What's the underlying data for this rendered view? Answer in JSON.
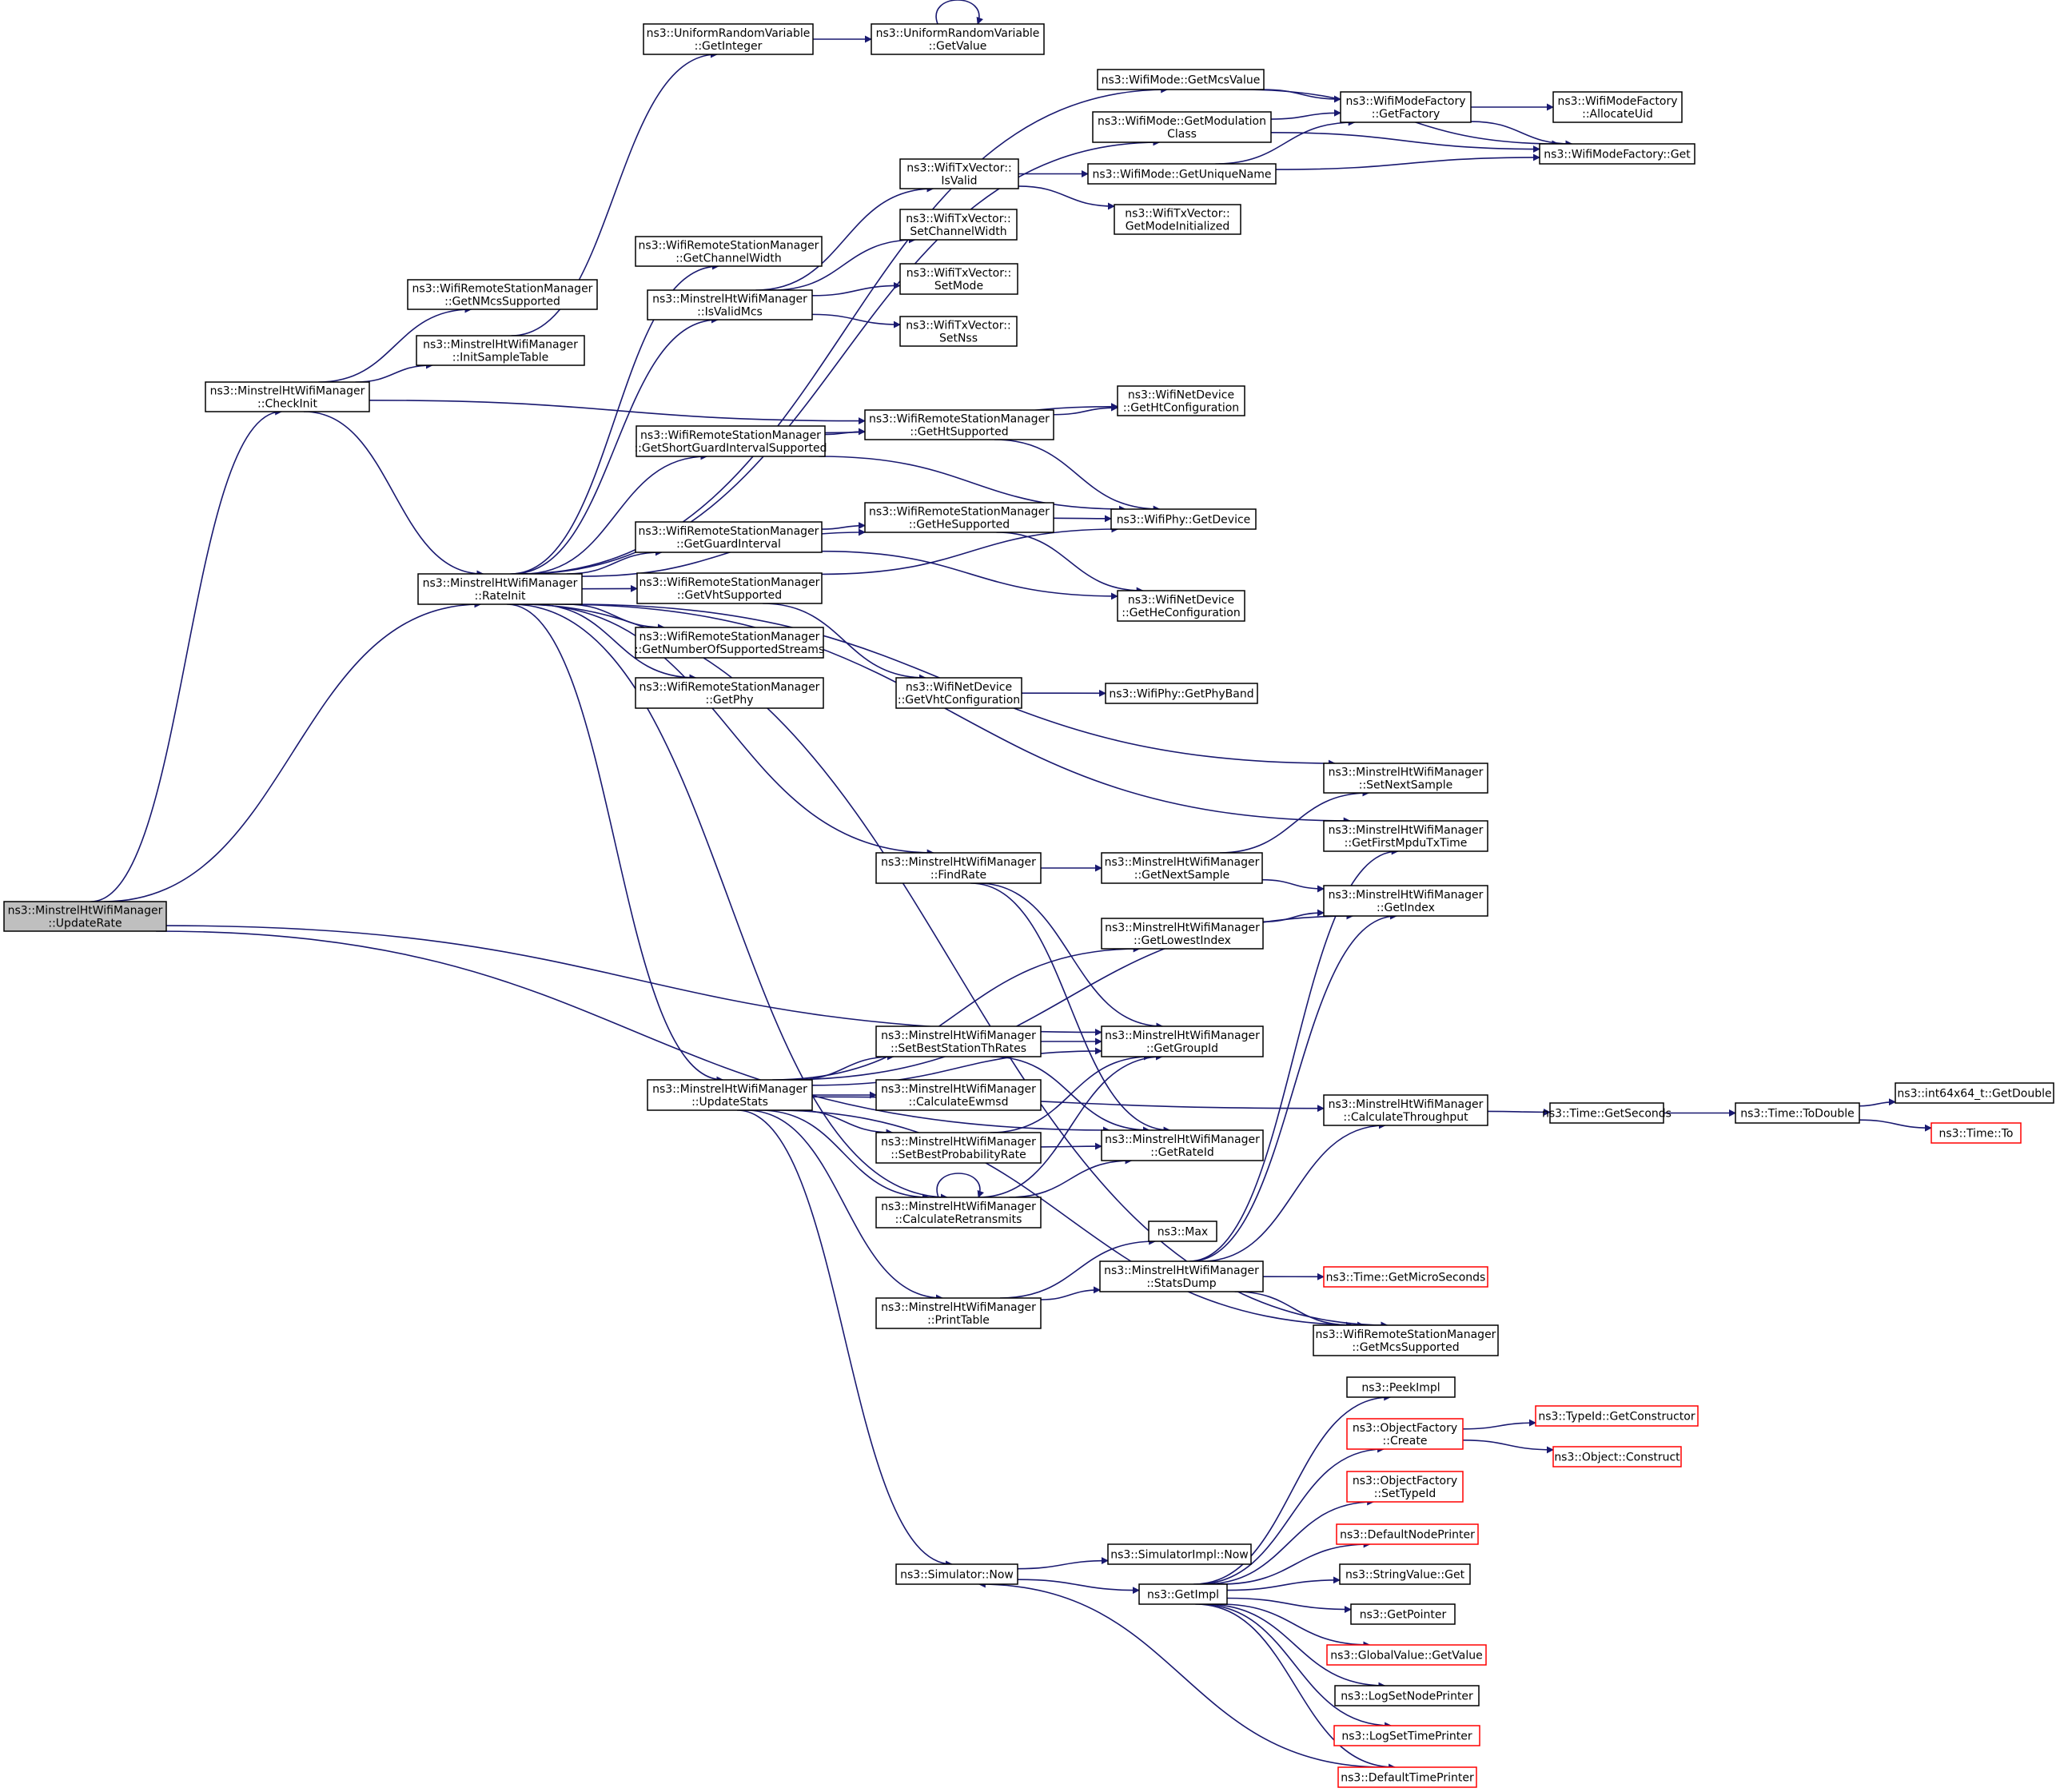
{
  "colors": {
    "edge": "#191970",
    "root_fill": "#bfbfbf",
    "external_border": "#ff0000",
    "node_border": "#000000"
  },
  "nodes": [
    {
      "id": "n1",
      "lines": [
        "ns3::MinstrelHtWifiManager",
        "::UpdateRate"
      ],
      "style": "root"
    },
    {
      "id": "n2",
      "lines": [
        "ns3::MinstrelHtWifiManager",
        "::CheckInit"
      ]
    },
    {
      "id": "n3",
      "lines": [
        "ns3::WifiRemoteStationManager",
        "::GetNMcsSupported"
      ]
    },
    {
      "id": "n4",
      "lines": [
        "ns3::MinstrelHtWifiManager",
        "::InitSampleTable"
      ]
    },
    {
      "id": "n5",
      "lines": [
        "ns3::UniformRandomVariable",
        "::GetInteger"
      ]
    },
    {
      "id": "n6",
      "lines": [
        "ns3::UniformRandomVariable",
        "::GetValue"
      ]
    },
    {
      "id": "n7",
      "lines": [
        "ns3::WifiRemoteStationManager",
        "::GetHtSupported"
      ]
    },
    {
      "id": "n8",
      "lines": [
        "ns3::WifiNetDevice",
        "::GetHtConfiguration"
      ]
    },
    {
      "id": "n9",
      "lines": [
        "ns3::WifiPhy::GetDevice"
      ]
    },
    {
      "id": "n10",
      "lines": [
        "ns3::MinstrelHtWifiManager",
        "::RateInit"
      ]
    },
    {
      "id": "n11",
      "lines": [
        "ns3::WifiMode::GetMcsValue"
      ]
    },
    {
      "id": "n12",
      "lines": [
        "ns3::WifiModeFactory",
        "::GetFactory"
      ]
    },
    {
      "id": "n13",
      "lines": [
        "ns3::WifiModeFactory",
        "::AllocateUid"
      ]
    },
    {
      "id": "n14",
      "lines": [
        "ns3::WifiModeFactory::Get"
      ]
    },
    {
      "id": "n15",
      "lines": [
        "ns3::WifiMode::GetModulation",
        "Class"
      ]
    },
    {
      "id": "n16",
      "lines": [
        "ns3::WifiRemoteStationManager",
        "::GetChannelWidth"
      ]
    },
    {
      "id": "n17",
      "lines": [
        "ns3::MinstrelHtWifiManager",
        "::IsValidMcs"
      ]
    },
    {
      "id": "n18",
      "lines": [
        "ns3::WifiTxVector::",
        "IsValid"
      ]
    },
    {
      "id": "n19",
      "lines": [
        "ns3::WifiMode::GetUniqueName"
      ]
    },
    {
      "id": "n20",
      "lines": [
        "ns3::WifiTxVector::",
        "GetModeInitialized"
      ]
    },
    {
      "id": "n21",
      "lines": [
        "ns3::WifiTxVector::",
        "SetChannelWidth"
      ]
    },
    {
      "id": "n22",
      "lines": [
        "ns3::WifiTxVector::",
        "SetMode"
      ]
    },
    {
      "id": "n23",
      "lines": [
        "ns3::WifiTxVector::",
        "SetNss"
      ]
    },
    {
      "id": "n24",
      "lines": [
        "ns3::WifiRemoteStationManager",
        "::GetShortGuardIntervalSupported"
      ]
    },
    {
      "id": "n25",
      "lines": [
        "ns3::WifiRemoteStationManager",
        "::GetGuardInterval"
      ]
    },
    {
      "id": "n26",
      "lines": [
        "ns3::WifiRemoteStationManager",
        "::GetHeSupported"
      ]
    },
    {
      "id": "n27",
      "lines": [
        "ns3::WifiNetDevice",
        "::GetHeConfiguration"
      ]
    },
    {
      "id": "n28",
      "lines": [
        "ns3::WifiRemoteStationManager",
        "::GetVhtSupported"
      ]
    },
    {
      "id": "n29",
      "lines": [
        "ns3::WifiNetDevice",
        "::GetVhtConfiguration"
      ]
    },
    {
      "id": "n30",
      "lines": [
        "ns3::WifiPhy::GetPhyBand"
      ]
    },
    {
      "id": "n31",
      "lines": [
        "ns3::WifiRemoteStationManager",
        "::GetNumberOfSupportedStreams"
      ]
    },
    {
      "id": "n32",
      "lines": [
        "ns3::WifiRemoteStationManager",
        "::GetPhy"
      ]
    },
    {
      "id": "n33",
      "lines": [
        "ns3::MinstrelHtWifiManager",
        "::SetNextSample"
      ]
    },
    {
      "id": "n34",
      "lines": [
        "ns3::MinstrelHtWifiManager",
        "::GetFirstMpduTxTime"
      ]
    },
    {
      "id": "n35",
      "lines": [
        "ns3::MinstrelHtWifiManager",
        "::FindRate"
      ]
    },
    {
      "id": "n36",
      "lines": [
        "ns3::MinstrelHtWifiManager",
        "::GetNextSample"
      ]
    },
    {
      "id": "n37",
      "lines": [
        "ns3::MinstrelHtWifiManager",
        "::GetIndex"
      ]
    },
    {
      "id": "n38",
      "lines": [
        "ns3::MinstrelHtWifiManager",
        "::GetLowestIndex"
      ]
    },
    {
      "id": "n39",
      "lines": [
        "ns3::MinstrelHtWifiManager",
        "::GetGroupId"
      ]
    },
    {
      "id": "n40",
      "lines": [
        "ns3::MinstrelHtWifiManager",
        "::SetBestStationThRates"
      ]
    },
    {
      "id": "n41",
      "lines": [
        "ns3::MinstrelHtWifiManager",
        "::UpdateStats"
      ]
    },
    {
      "id": "n42",
      "lines": [
        "ns3::MinstrelHtWifiManager",
        "::CalculateEwmsd"
      ]
    },
    {
      "id": "n43",
      "lines": [
        "ns3::MinstrelHtWifiManager",
        "::CalculateThroughput"
      ]
    },
    {
      "id": "n44",
      "lines": [
        "ns3::Time::GetSeconds"
      ]
    },
    {
      "id": "n45",
      "lines": [
        "ns3::Time::ToDouble"
      ]
    },
    {
      "id": "n46",
      "lines": [
        "ns3::int64x64_t::GetDouble"
      ]
    },
    {
      "id": "n47",
      "lines": [
        "ns3::Time::To"
      ],
      "style": "red"
    },
    {
      "id": "n48",
      "lines": [
        "ns3::MinstrelHtWifiManager",
        "::SetBestProbabilityRate"
      ]
    },
    {
      "id": "n49",
      "lines": [
        "ns3::MinstrelHtWifiManager",
        "::GetRateId"
      ]
    },
    {
      "id": "n50",
      "lines": [
        "ns3::MinstrelHtWifiManager",
        "::CalculateRetransmits"
      ]
    },
    {
      "id": "n51",
      "lines": [
        "ns3::Max"
      ]
    },
    {
      "id": "n52",
      "lines": [
        "ns3::MinstrelHtWifiManager",
        "::StatsDump"
      ]
    },
    {
      "id": "n53",
      "lines": [
        "ns3::Time::GetMicroSeconds"
      ],
      "style": "red"
    },
    {
      "id": "n54",
      "lines": [
        "ns3::MinstrelHtWifiManager",
        "::PrintTable"
      ]
    },
    {
      "id": "n55",
      "lines": [
        "ns3::WifiRemoteStationManager",
        "::GetMcsSupported"
      ]
    },
    {
      "id": "n56",
      "lines": [
        "ns3::PeekImpl"
      ]
    },
    {
      "id": "n57",
      "lines": [
        "ns3::ObjectFactory",
        "::Create"
      ],
      "style": "red"
    },
    {
      "id": "n58",
      "lines": [
        "ns3::TypeId::GetConstructor"
      ],
      "style": "red"
    },
    {
      "id": "n59",
      "lines": [
        "ns3::Object::Construct"
      ],
      "style": "red"
    },
    {
      "id": "n60",
      "lines": [
        "ns3::ObjectFactory",
        "::SetTypeId"
      ],
      "style": "red"
    },
    {
      "id": "n61",
      "lines": [
        "ns3::DefaultNodePrinter"
      ],
      "style": "red"
    },
    {
      "id": "n62",
      "lines": [
        "ns3::Simulator::Now"
      ]
    },
    {
      "id": "n63",
      "lines": [
        "ns3::SimulatorImpl::Now"
      ]
    },
    {
      "id": "n64",
      "lines": [
        "ns3::StringValue::Get"
      ]
    },
    {
      "id": "n65",
      "lines": [
        "ns3::GetImpl"
      ]
    },
    {
      "id": "n66",
      "lines": [
        "ns3::GetPointer"
      ]
    },
    {
      "id": "n67",
      "lines": [
        "ns3::GlobalValue::GetValue"
      ],
      "style": "red"
    },
    {
      "id": "n68",
      "lines": [
        "ns3::LogSetNodePrinter"
      ]
    },
    {
      "id": "n69",
      "lines": [
        "ns3::LogSetTimePrinter"
      ],
      "style": "red"
    },
    {
      "id": "n70",
      "lines": [
        "ns3::DefaultTimePrinter"
      ],
      "style": "red"
    }
  ],
  "edges": [
    [
      "n1",
      "n2"
    ],
    [
      "n1",
      "n39"
    ],
    [
      "n1",
      "n49"
    ],
    [
      "n1",
      "n10"
    ],
    [
      "n2",
      "n3"
    ],
    [
      "n2",
      "n4"
    ],
    [
      "n2",
      "n7"
    ],
    [
      "n2",
      "n10"
    ],
    [
      "n4",
      "n5"
    ],
    [
      "n5",
      "n6"
    ],
    [
      "n6",
      "n6"
    ],
    [
      "n7",
      "n8"
    ],
    [
      "n7",
      "n9"
    ],
    [
      "n10",
      "n11"
    ],
    [
      "n10",
      "n15"
    ],
    [
      "n10",
      "n16"
    ],
    [
      "n10",
      "n17"
    ],
    [
      "n10",
      "n24"
    ],
    [
      "n10",
      "n26"
    ],
    [
      "n10",
      "n25"
    ],
    [
      "n10",
      "n28"
    ],
    [
      "n10",
      "n31"
    ],
    [
      "n10",
      "n32"
    ],
    [
      "n10",
      "n33"
    ],
    [
      "n10",
      "n34"
    ],
    [
      "n10",
      "n35"
    ],
    [
      "n10",
      "n41"
    ],
    [
      "n10",
      "n50"
    ],
    [
      "n10",
      "n55"
    ],
    [
      "n11",
      "n12"
    ],
    [
      "n11",
      "n14"
    ],
    [
      "n12",
      "n13"
    ],
    [
      "n12",
      "n14"
    ],
    [
      "n15",
      "n12"
    ],
    [
      "n15",
      "n14"
    ],
    [
      "n17",
      "n18"
    ],
    [
      "n17",
      "n21"
    ],
    [
      "n17",
      "n22"
    ],
    [
      "n17",
      "n23"
    ],
    [
      "n18",
      "n19"
    ],
    [
      "n18",
      "n20"
    ],
    [
      "n19",
      "n12"
    ],
    [
      "n19",
      "n14"
    ],
    [
      "n24",
      "n7"
    ],
    [
      "n24",
      "n8"
    ],
    [
      "n24",
      "n9"
    ],
    [
      "n25",
      "n26"
    ],
    [
      "n25",
      "n27"
    ],
    [
      "n26",
      "n9"
    ],
    [
      "n26",
      "n27"
    ],
    [
      "n28",
      "n9"
    ],
    [
      "n28",
      "n29"
    ],
    [
      "n29",
      "n30"
    ],
    [
      "n35",
      "n36"
    ],
    [
      "n35",
      "n39"
    ],
    [
      "n35",
      "n49"
    ],
    [
      "n36",
      "n33"
    ],
    [
      "n36",
      "n37"
    ],
    [
      "n38",
      "n37"
    ],
    [
      "n41",
      "n37"
    ],
    [
      "n41",
      "n38"
    ],
    [
      "n41",
      "n39"
    ],
    [
      "n41",
      "n40"
    ],
    [
      "n41",
      "n42"
    ],
    [
      "n41",
      "n43"
    ],
    [
      "n41",
      "n48"
    ],
    [
      "n41",
      "n50"
    ],
    [
      "n41",
      "n54"
    ],
    [
      "n41",
      "n55"
    ],
    [
      "n41",
      "n62"
    ],
    [
      "n40",
      "n39"
    ],
    [
      "n40",
      "n49"
    ],
    [
      "n48",
      "n39"
    ],
    [
      "n48",
      "n49"
    ],
    [
      "n50",
      "n50"
    ],
    [
      "n50",
      "n39"
    ],
    [
      "n50",
      "n49"
    ],
    [
      "n43",
      "n44"
    ],
    [
      "n44",
      "n45"
    ],
    [
      "n45",
      "n46"
    ],
    [
      "n45",
      "n47"
    ],
    [
      "n54",
      "n51"
    ],
    [
      "n54",
      "n52"
    ],
    [
      "n52",
      "n34"
    ],
    [
      "n52",
      "n37"
    ],
    [
      "n52",
      "n43"
    ],
    [
      "n52",
      "n53"
    ],
    [
      "n52",
      "n55"
    ],
    [
      "n57",
      "n58"
    ],
    [
      "n57",
      "n59"
    ],
    [
      "n62",
      "n63"
    ],
    [
      "n62",
      "n65"
    ],
    [
      "n65",
      "n56"
    ],
    [
      "n65",
      "n57"
    ],
    [
      "n65",
      "n60"
    ],
    [
      "n65",
      "n61"
    ],
    [
      "n65",
      "n64"
    ],
    [
      "n65",
      "n66"
    ],
    [
      "n65",
      "n67"
    ],
    [
      "n65",
      "n68"
    ],
    [
      "n65",
      "n69"
    ],
    [
      "n65",
      "n70"
    ],
    [
      "n70",
      "n62"
    ]
  ]
}
